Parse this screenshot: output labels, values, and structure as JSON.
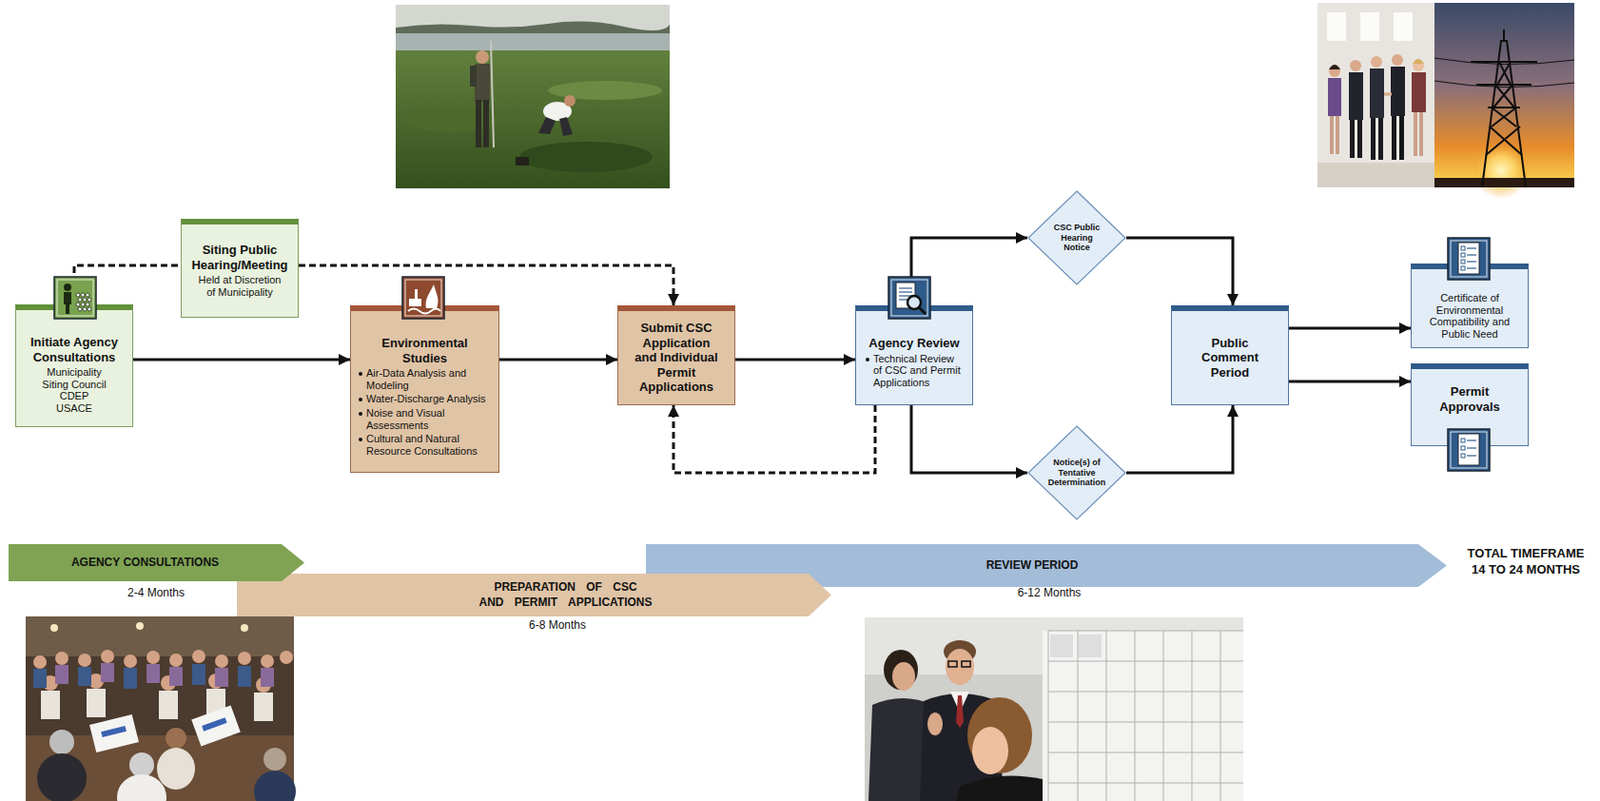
{
  "diagram": {
    "nodes": [
      {
        "text": [
          "Initiate Agency Consultations",
          "Municipality Siting Council CDEP USACE"
        ]
      },
      {
        "text": [
          "Siting Public Hearing/Meeting",
          "Held at Discretion of Municipality"
        ]
      },
      {
        "text": [
          "Environmental Studies",
          "Air-Data Analysis and Modeling",
          "Water-Discharge Analysis",
          "Noise and Visual Assessments",
          "Cultural and Natural Resource Consultations"
        ]
      },
      {
        "text": [
          "Submit CSC Application and Individual Permit Applications"
        ]
      },
      {
        "text": [
          "Agency Review",
          "Technical Review of CSC and Permit Applications"
        ]
      },
      {
        "text": [
          "CSC Public Hearing Notice"
        ]
      },
      {
        "text": [
          "Notice(s) of Tentative Determination"
        ]
      },
      {
        "text": [
          "Public Comment Period"
        ]
      },
      {
        "text": [
          "Certificate of Environmental Compatibility and Public Need"
        ]
      },
      {
        "text": [
          "Permit Approvals"
        ]
      },
      {
        "text": [
          "AGENCY CONSULTATIONS"
        ]
      },
      {
        "text": [
          "PREPARATION OF CSC AND PERMIT APPLICATIONS"
        ]
      },
      {
        "text": [
          "REVIEW PERIOD"
        ]
      }
    ],
    "edges": [
      {
        "from": 0,
        "to": 1,
        "arrow": "none"
      },
      {
        "from": 1,
        "to": 3,
        "arrow": "to"
      },
      {
        "from": 0,
        "to": 2,
        "arrow": "to"
      },
      {
        "from": 2,
        "to": 3,
        "arrow": "to"
      },
      {
        "from": 3,
        "to": 4,
        "arrow": "to"
      },
      {
        "from": 4,
        "to": 3,
        "arrow": "to"
      },
      {
        "from": 4,
        "to": 5,
        "arrow": "to"
      },
      {
        "from": 4,
        "to": 6,
        "arrow": "to"
      },
      {
        "from": 5,
        "to": 7,
        "arrow": "to"
      },
      {
        "from": 6,
        "to": 7,
        "arrow": "to"
      },
      {
        "from": 7,
        "to": 8,
        "arrow": "to"
      },
      {
        "from": 7,
        "to": 9,
        "arrow": "to"
      }
    ],
    "labels": [
      "2-4 Months",
      "6-8 Months",
      "6-12 Months",
      "TOTAL TIMEFRAME 14 TO 24 MONTHS"
    ]
  }
}
